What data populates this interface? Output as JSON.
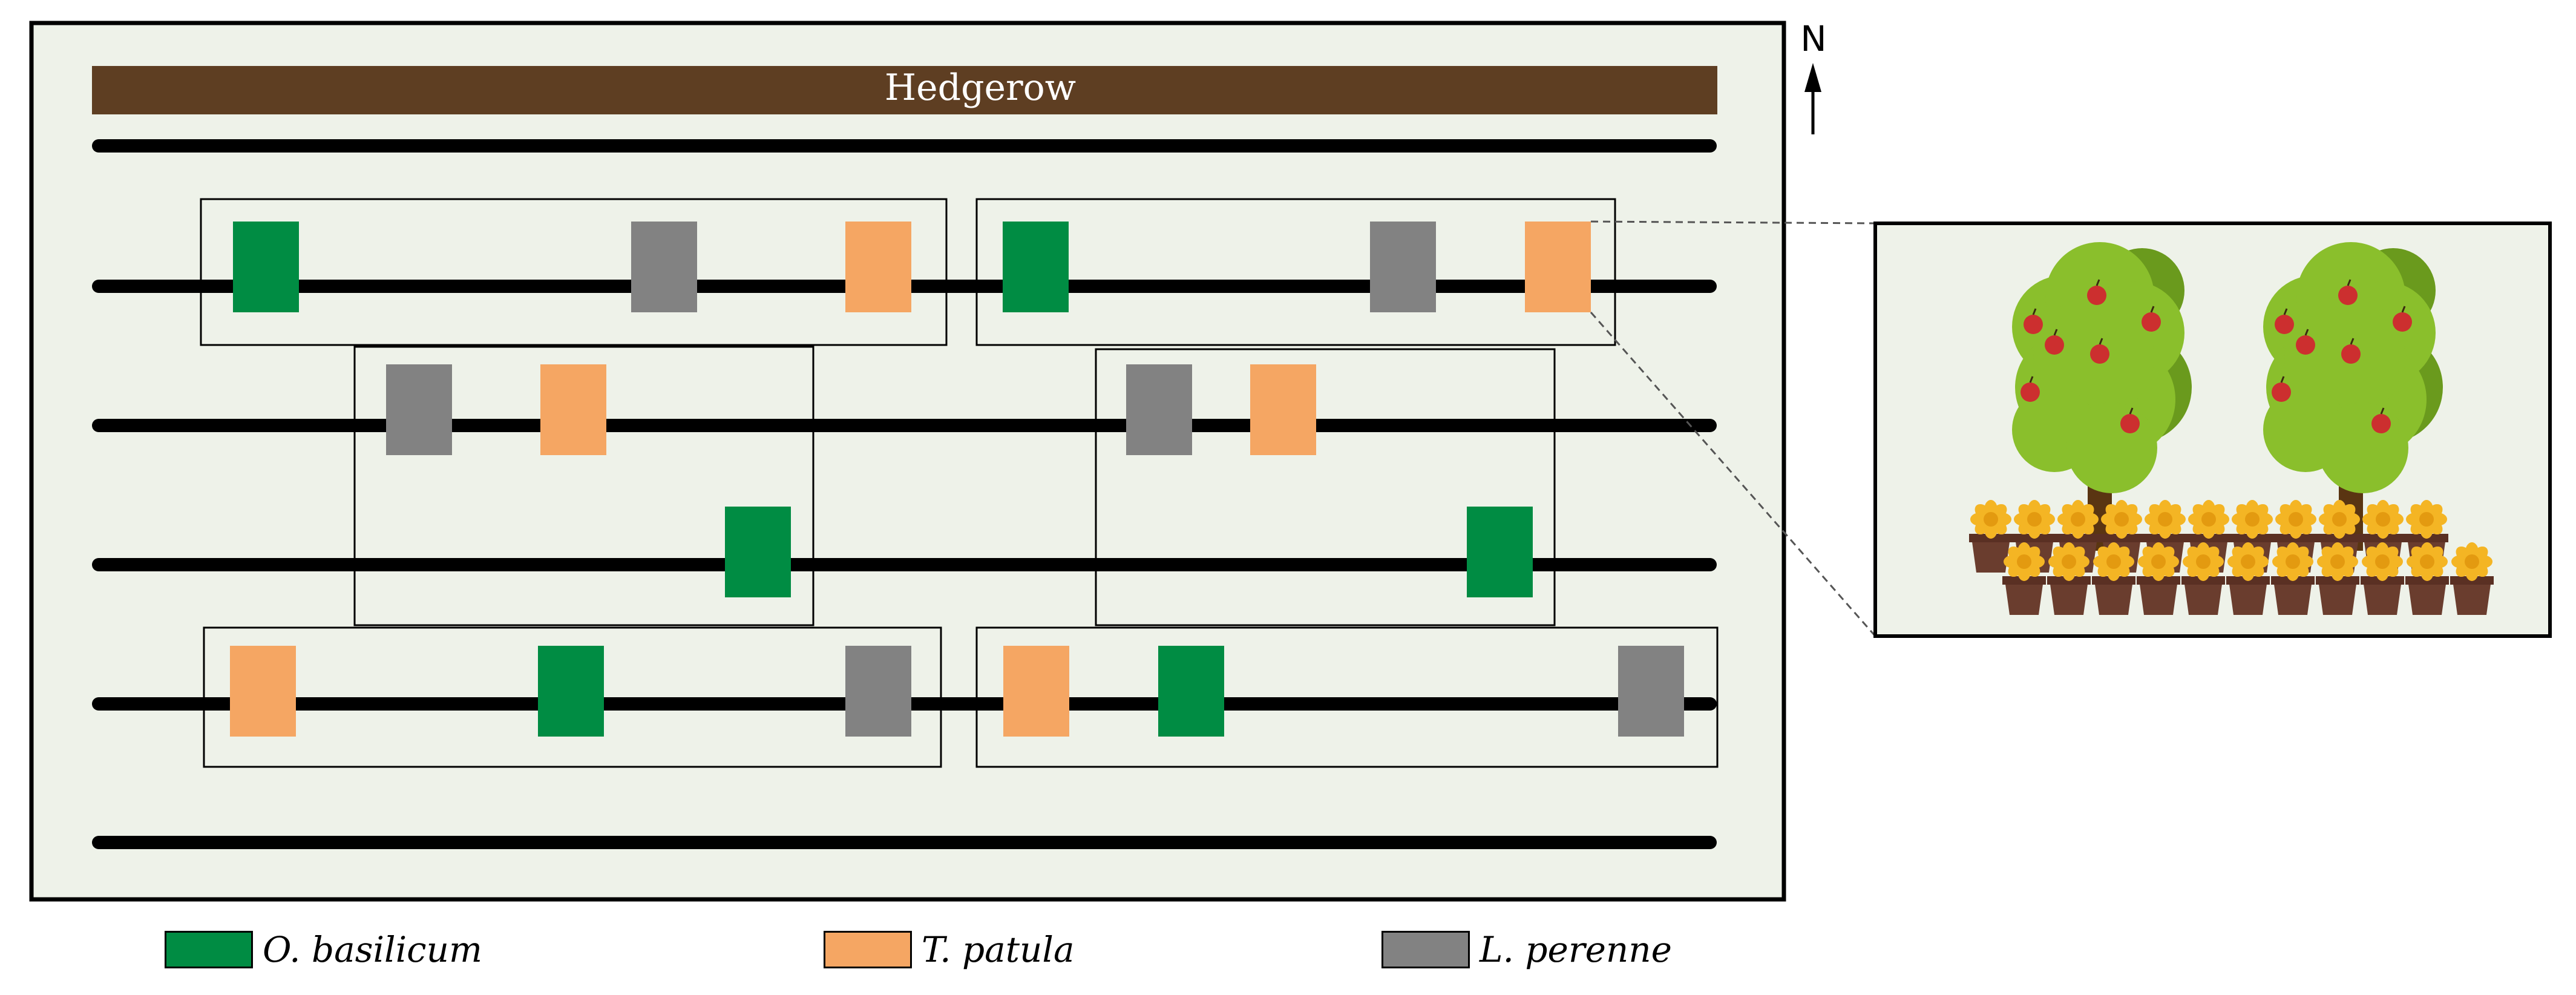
{
  "header": {
    "hedgerow_label": "Hedgerow"
  },
  "compass": {
    "label": "N"
  },
  "colors": {
    "field_bg": "#eef2e9",
    "hedgerow": "#5e3e22",
    "row_line": "#000000",
    "basilicum": "#008c43",
    "patula": "#f5a663",
    "perenne": "#828282",
    "leaf_light": "#8abf2c",
    "leaf_dark": "#6a9a1d",
    "trunk": "#5a3512",
    "apple": "#cc2f2f",
    "flower": "#f4b524",
    "pot": "#6a3d2e"
  },
  "legend": [
    {
      "species": "basilicum",
      "label": "O. basilicum"
    },
    {
      "species": "patula",
      "label": "T. patula"
    },
    {
      "species": "perenne",
      "label": "L. perenne"
    }
  ]
}
